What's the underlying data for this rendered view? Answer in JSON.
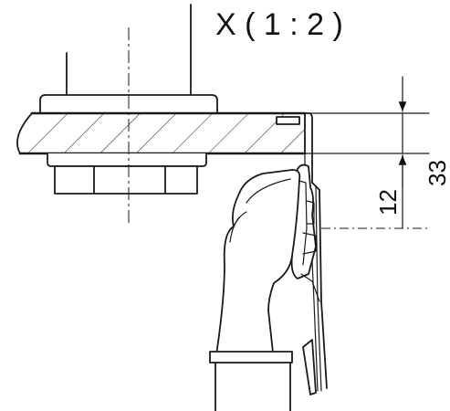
{
  "title": "X ( 1 : 2 )",
  "dimensions": {
    "outer": "33",
    "inner": "12"
  }
}
